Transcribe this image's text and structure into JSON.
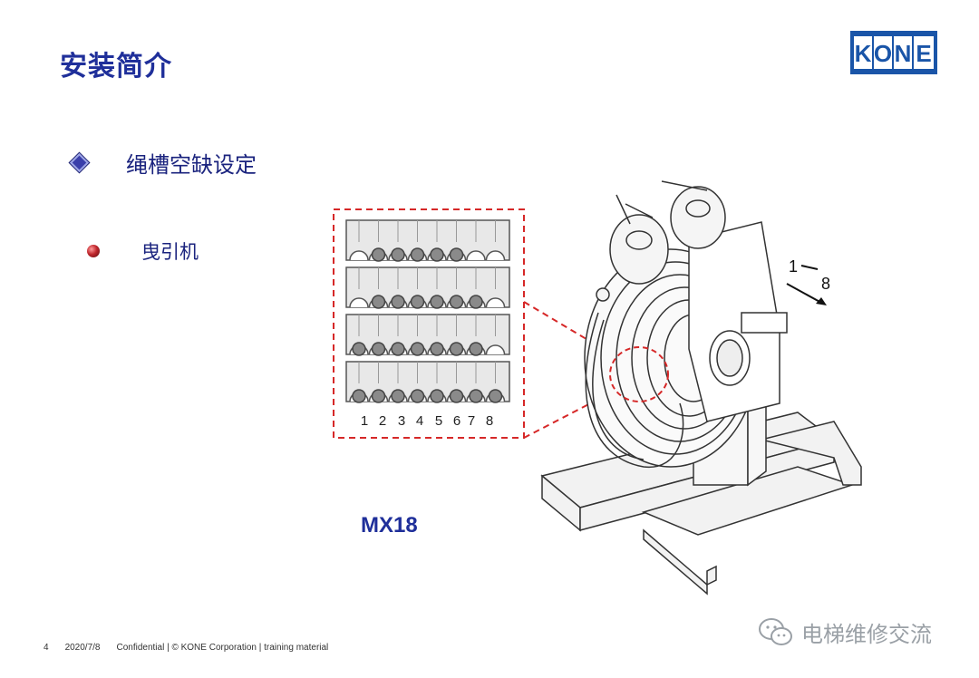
{
  "slide": {
    "title": "安装简介",
    "logo_text": "KONE",
    "bullets": [
      {
        "text": "绳槽空缺设定"
      },
      {
        "text": "曳引机"
      }
    ],
    "model_label": "MX18",
    "groove_numbers": [
      "1",
      "2",
      "3",
      "4",
      "5",
      "6",
      "7",
      "8"
    ],
    "arrow_label_top": "1",
    "arrow_label_bottom": "8"
  },
  "footer": {
    "page_number": "4",
    "date": "2020/7/8",
    "text": "Confidential  |  © KONE Corporation  |  training material"
  },
  "watermark": {
    "text": "电梯维修交流",
    "icon": "wechat-icon"
  },
  "colors": {
    "title": "#1f2f9a",
    "kone_blue": "#1a55a8",
    "dash_red": "#d62828"
  }
}
